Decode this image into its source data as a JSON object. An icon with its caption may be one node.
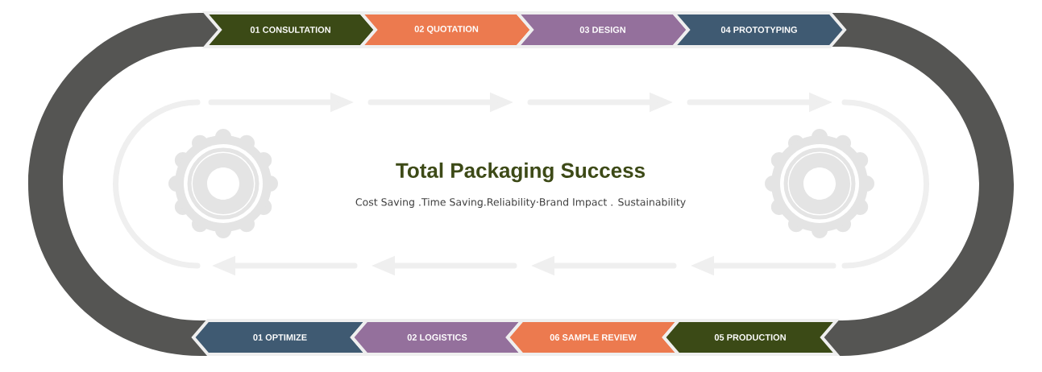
{
  "diagram": {
    "title": "Total Packaging Success",
    "nodes": [
      {
        "text": [
          "01 CONSULTATION"
        ]
      },
      {
        "text": [
          "02 QUOTATION"
        ]
      },
      {
        "text": [
          "03 DESIGN"
        ]
      },
      {
        "text": [
          "04 PROTOTYPING"
        ]
      },
      {
        "text": [
          "01 OPTIMIZE"
        ]
      },
      {
        "text": [
          "02 LOGISTICS"
        ]
      },
      {
        "text": [
          "06 SAMPLE REVIEW"
        ]
      },
      {
        "text": [
          "05 PRODUCTION"
        ]
      }
    ],
    "labels": [
      "Cost Saving .Time Saving.Reliability·Brand Impact . Sustainability"
    ]
  }
}
